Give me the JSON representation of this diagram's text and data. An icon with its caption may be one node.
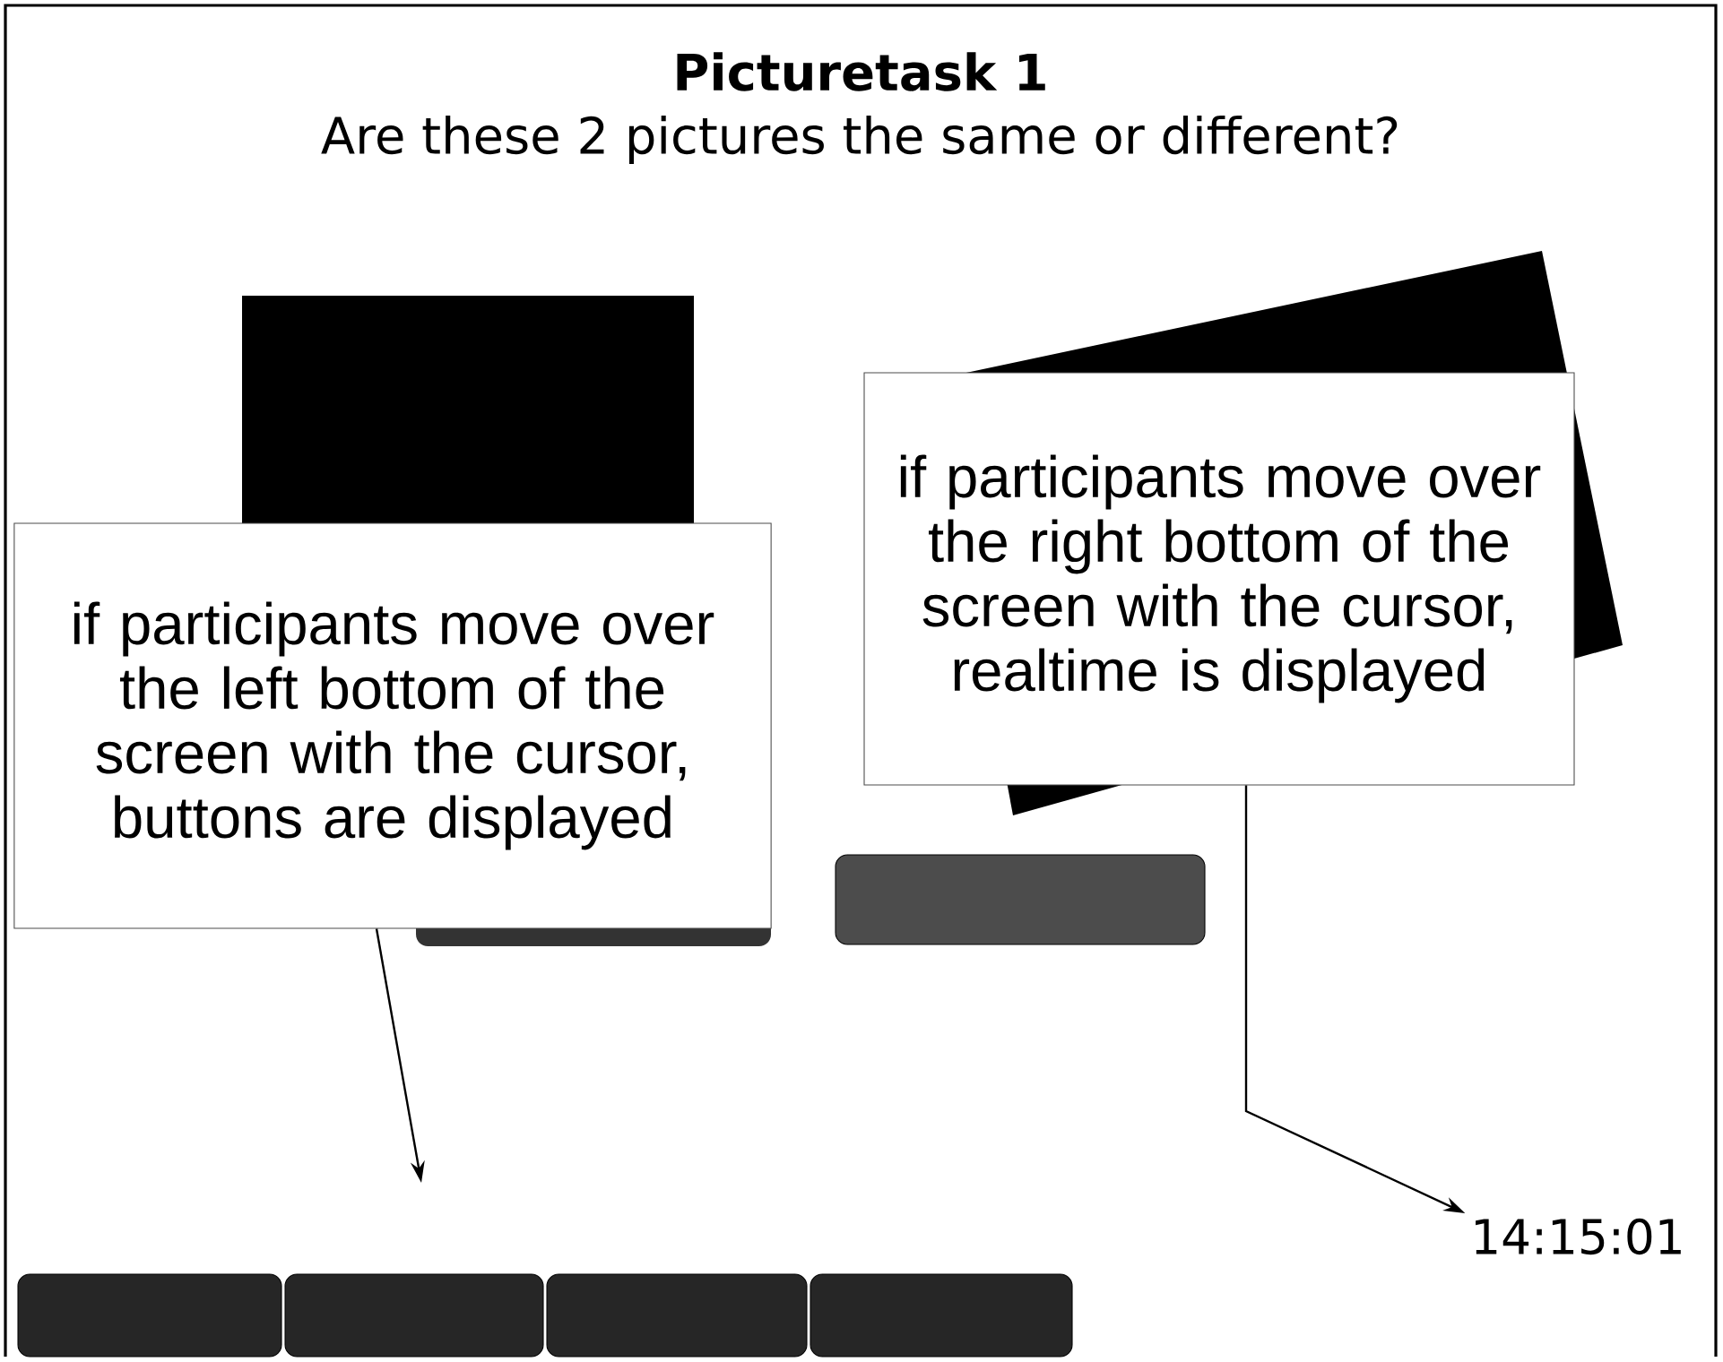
{
  "diagram": {
    "title": "Picturetask 1",
    "nodes": [
      {
        "text": [
          "if participants move over the left bottom of the screen with the cursor, buttons are displayed"
        ]
      },
      {
        "text": [
          "if participants move over the right bottom of the screen with the cursor, realtime is displayed"
        ]
      },
      {
        "text": [
          "14:15:01"
        ]
      }
    ],
    "edges": [
      {
        "from": 0,
        "to": null,
        "arrow": "to"
      },
      {
        "from": 1,
        "to": 2,
        "arrow": "to"
      }
    ],
    "labels": [
      "Are these 2 pictures the same or different?"
    ]
  }
}
